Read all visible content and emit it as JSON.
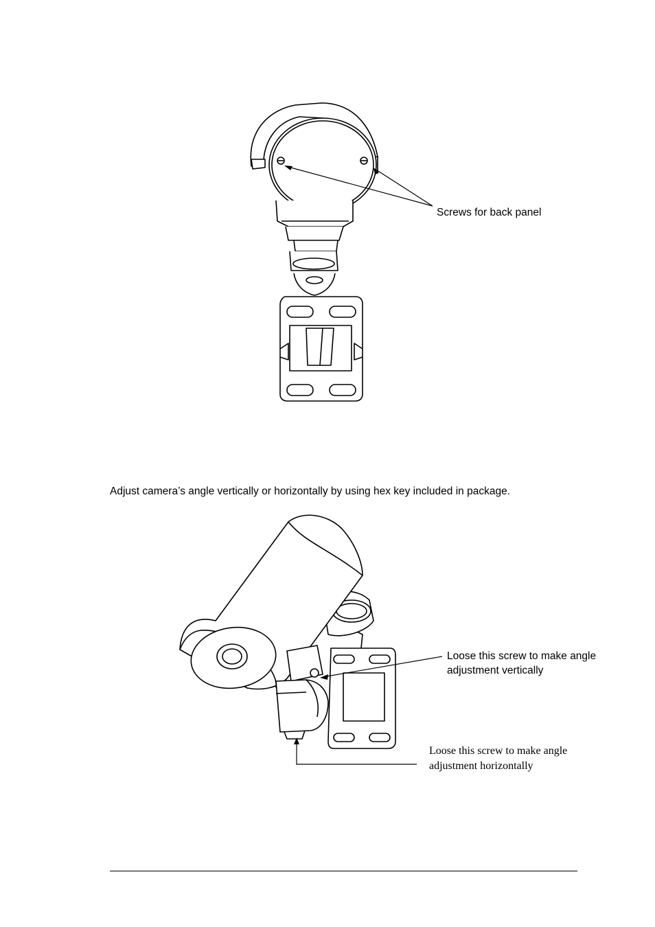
{
  "figure1": {
    "callout": "Screws for back panel"
  },
  "instruction": "Adjust camera’s angle vertically or horizontally by using hex key included in package.",
  "figure2": {
    "callout_vertical_line1": "Loose this screw to make angle",
    "callout_vertical_line2": "adjustment vertically",
    "callout_horizontal_line1": "Loose this screw to make angle",
    "callout_horizontal_line2": "adjustment horizontally"
  }
}
